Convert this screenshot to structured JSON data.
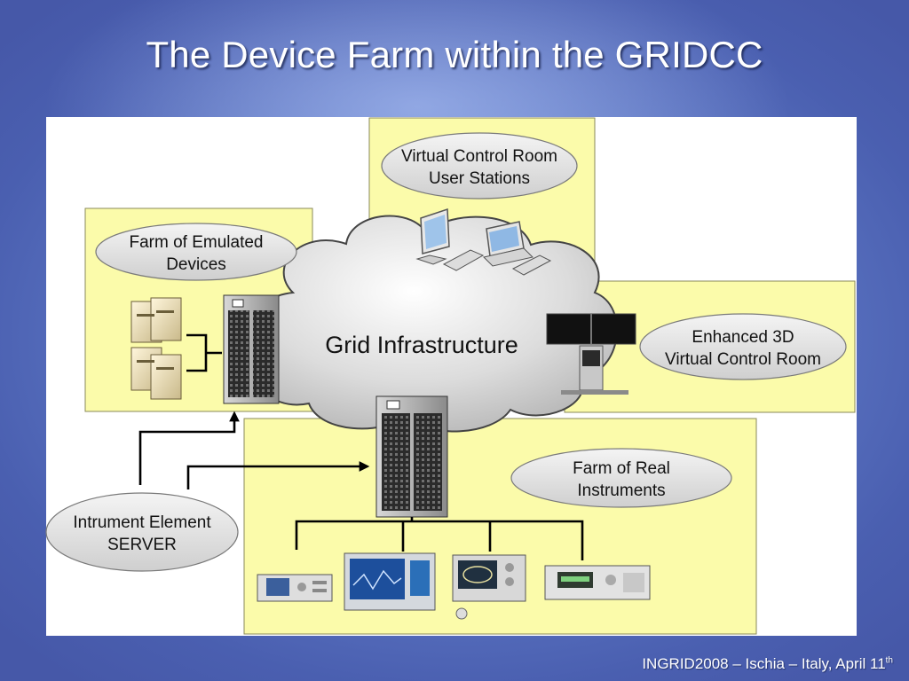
{
  "slide": {
    "title": "The Device Farm within the GRIDCC",
    "footer": "INGRID2008 – Ischia – Italy, April 11",
    "footer_sup": "th"
  },
  "diagram": {
    "cloud_label": "Grid Infrastructure",
    "labels": {
      "vcr_line1": "Virtual Control Room",
      "vcr_line2": "User Stations",
      "emulated_line1": "Farm of Emulated",
      "emulated_line2": "Devices",
      "enhanced_line1": "Enhanced 3D",
      "enhanced_line2": "Virtual Control Room",
      "real_line1": "Farm of Real",
      "real_line2": "Instruments",
      "server_line1": "Intrument Element",
      "server_line2": "SERVER"
    },
    "colors": {
      "box_fill": "#fbfbaa",
      "panel_fill": "#ffffff",
      "title_color": "#ffffff"
    }
  }
}
